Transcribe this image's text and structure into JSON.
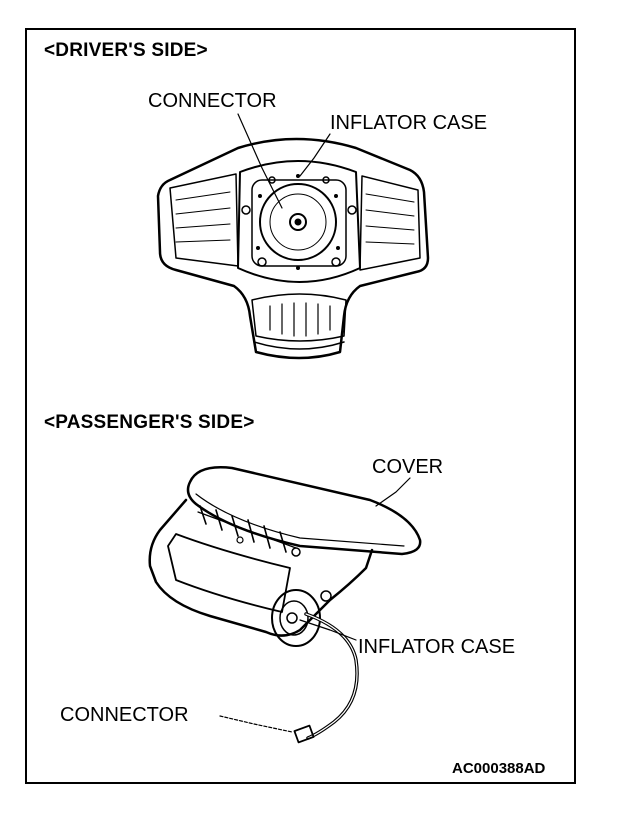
{
  "drivers_side": {
    "heading": "<DRIVER'S SIDE>",
    "labels": {
      "connector": "CONNECTOR",
      "inflator_case": "INFLATOR CASE"
    }
  },
  "passengers_side": {
    "heading": "<PASSENGER'S SIDE>",
    "labels": {
      "cover": "COVER",
      "inflator_case": "INFLATOR CASE",
      "connector": "CONNECTOR"
    }
  },
  "figure_code": "AC000388AD"
}
